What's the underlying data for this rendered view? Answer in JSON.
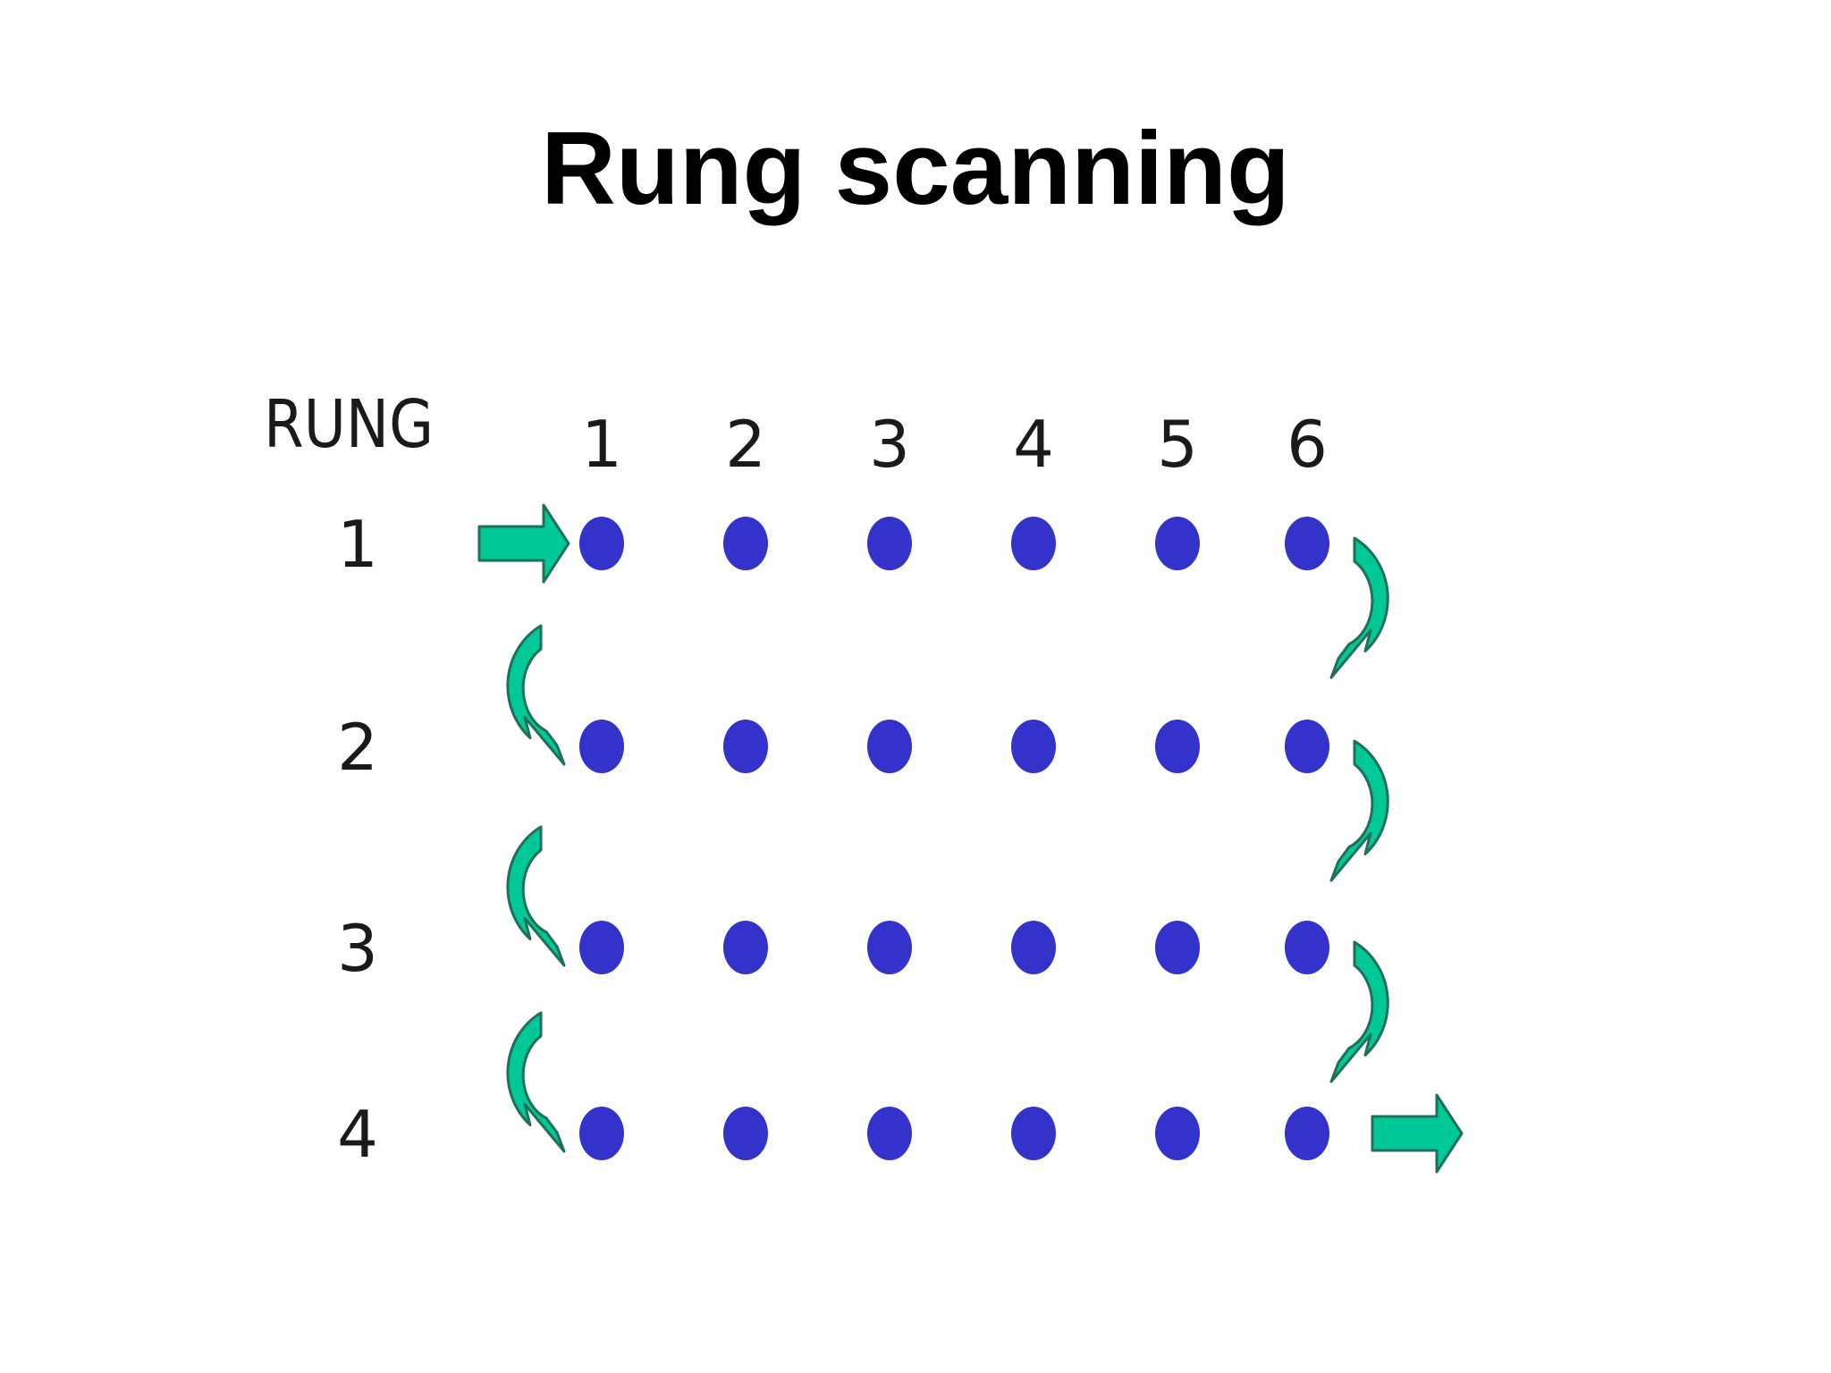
{
  "slide": {
    "title": "Rung scanning"
  },
  "diagram": {
    "rung_header": "RUNG",
    "column_labels": [
      "1",
      "2",
      "3",
      "4",
      "5",
      "6"
    ],
    "rung_labels": [
      "1",
      "2",
      "3",
      "4"
    ],
    "colors": {
      "contact_dot": "#3333cc",
      "arrow_fill": "#00c896",
      "arrow_stroke": "#1f6f5a",
      "text": "#1a1a1a"
    },
    "icons": {
      "entry": "right-arrow-icon",
      "right_turn": "curved-arrow-down-right-side-icon",
      "left_turn": "curved-arrow-down-left-side-icon",
      "exit": "right-arrow-icon",
      "contact": "contact-dot-icon"
    }
  }
}
